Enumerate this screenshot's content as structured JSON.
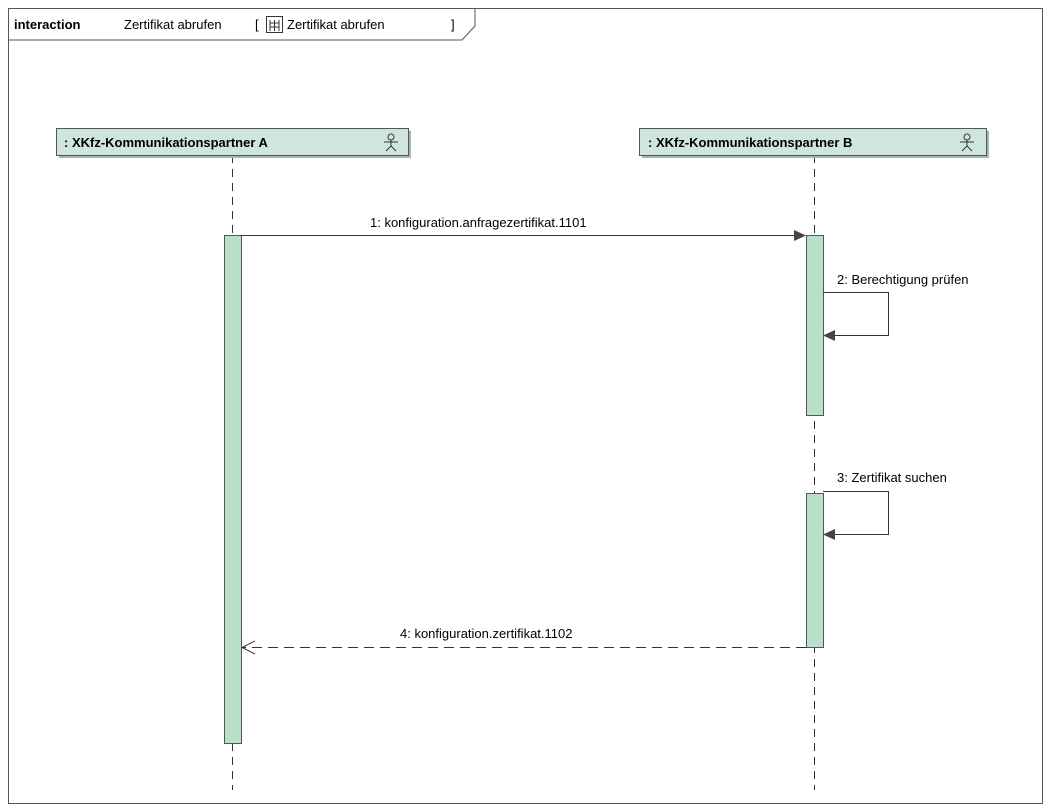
{
  "frame": {
    "keyword": "interaction",
    "name": "Zertifikat abrufen",
    "bracket_open": "[",
    "ref_name": "Zertifikat abrufen",
    "bracket_close": "]",
    "ref_icon": "interaction-diagram-icon"
  },
  "lifelines": [
    {
      "title": ": XKfz-Kommunikationspartner A",
      "icon": "actor-icon"
    },
    {
      "title": ": XKfz-Kommunikationspartner B",
      "icon": "actor-icon"
    }
  ],
  "messages": [
    {
      "label": "1: konfiguration.anfragezertifikat.1101",
      "from": "A",
      "to": "B",
      "kind": "sync"
    },
    {
      "label": "2: Berechtigung prüfen",
      "from": "B",
      "to": "B",
      "kind": "self"
    },
    {
      "label": "3: Zertifikat suchen",
      "from": "B",
      "to": "B",
      "kind": "self"
    },
    {
      "label": "4: konfiguration.zertifikat.1102",
      "from": "B",
      "to": "A",
      "kind": "reply"
    }
  ],
  "colors": {
    "lifeline_head_fill": "#cfe6dc",
    "activation_fill": "#b9dfc8",
    "border": "#555555",
    "line": "#333333"
  }
}
